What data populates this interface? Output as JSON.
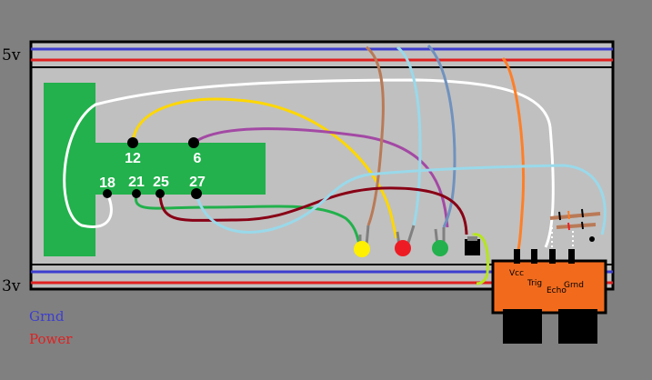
{
  "rails": {
    "top_label": "5v",
    "bottom_label": "3v"
  },
  "header_pins": {
    "row1": [
      "12",
      "6"
    ],
    "row2": [
      "18",
      "21",
      "25",
      "27"
    ]
  },
  "sensor": {
    "pins": [
      "Vcc",
      "Trig",
      "Echo",
      "Grnd"
    ]
  },
  "legend": {
    "ground_label": "Grnd",
    "power_label": "Power"
  },
  "colors": {
    "background": "#808080",
    "board": "#c0c0c0",
    "ground_rail": "#3d3dcf",
    "power_rail": "#e02020",
    "header": "#22b14c",
    "sensor": "#f26b1d",
    "led_yellow": "#ffef00",
    "led_red": "#ed1c24",
    "led_green": "#22b14c"
  }
}
